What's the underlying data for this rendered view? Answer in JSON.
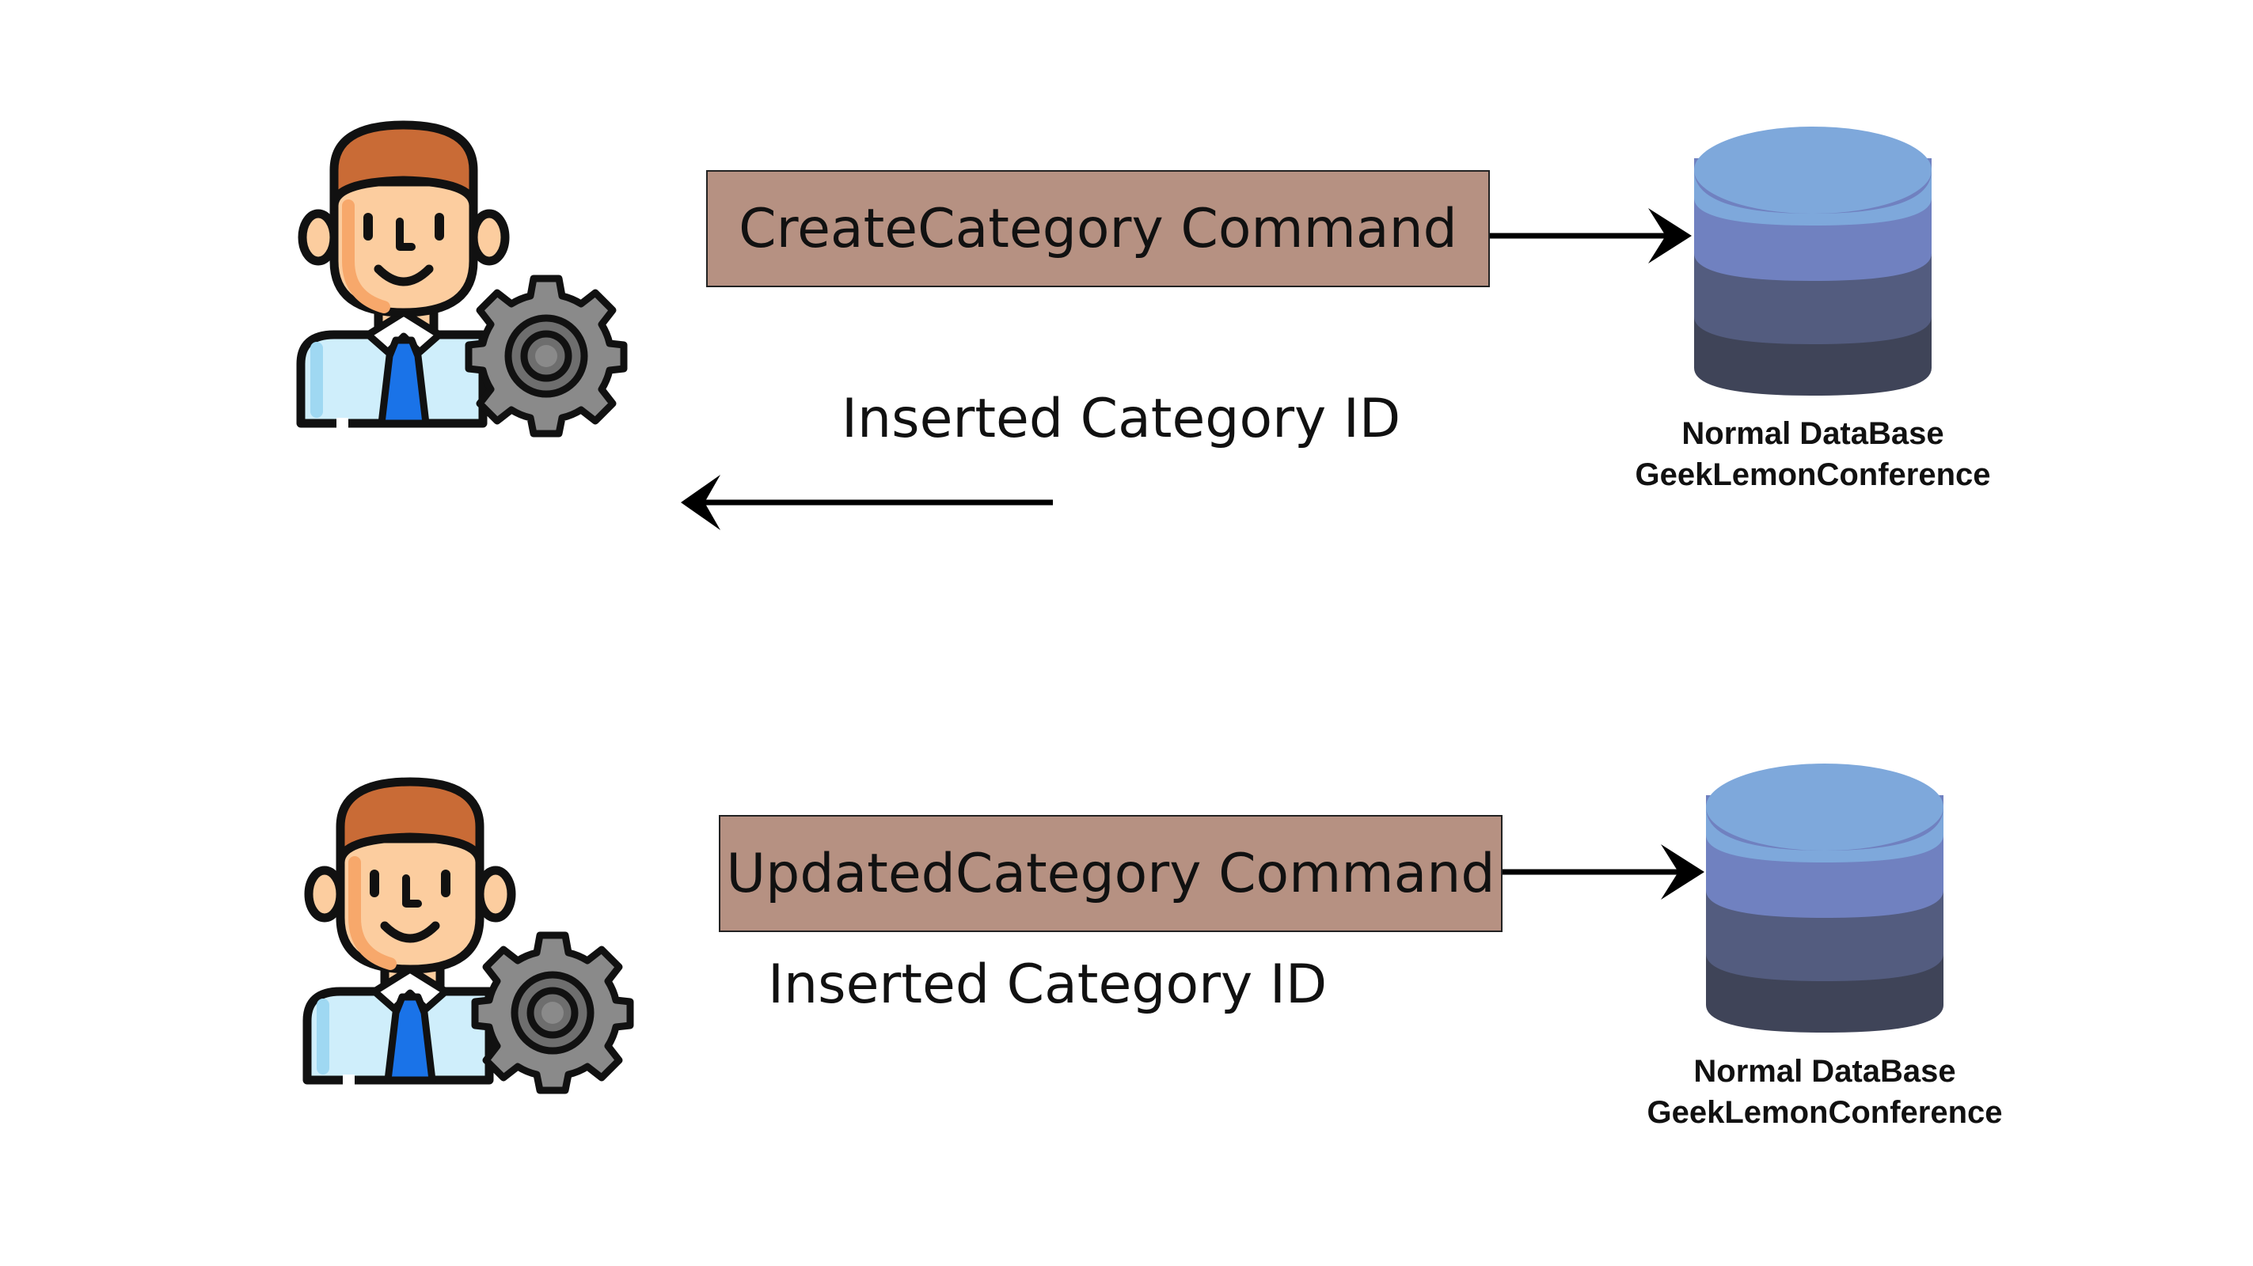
{
  "colors": {
    "command_box_fill": "#b69182",
    "arrow": "#000000",
    "db_top": "#7ea8db",
    "db_band1": "#7081c0",
    "db_band2": "#535c7f",
    "db_band3": "#3f4458",
    "hair": "#c96b36",
    "skin": "#fccd9f",
    "shirt": "#cfeefb",
    "tie": "#1a73e8",
    "gear": "#8a8a8a"
  },
  "icons": {
    "actor": "business-person-with-gear-icon",
    "database": "database-cylinder-icon"
  },
  "flows": [
    {
      "command_label": "CreateCategory Command",
      "response_label": "Inserted Category ID",
      "database_name": "Normal DataBase",
      "database_subtitle": "GeekLemonConference"
    },
    {
      "command_label": "UpdatedCategory Command",
      "response_label": "Inserted Category ID",
      "database_name": "Normal DataBase",
      "database_subtitle": "GeekLemonConference"
    }
  ]
}
